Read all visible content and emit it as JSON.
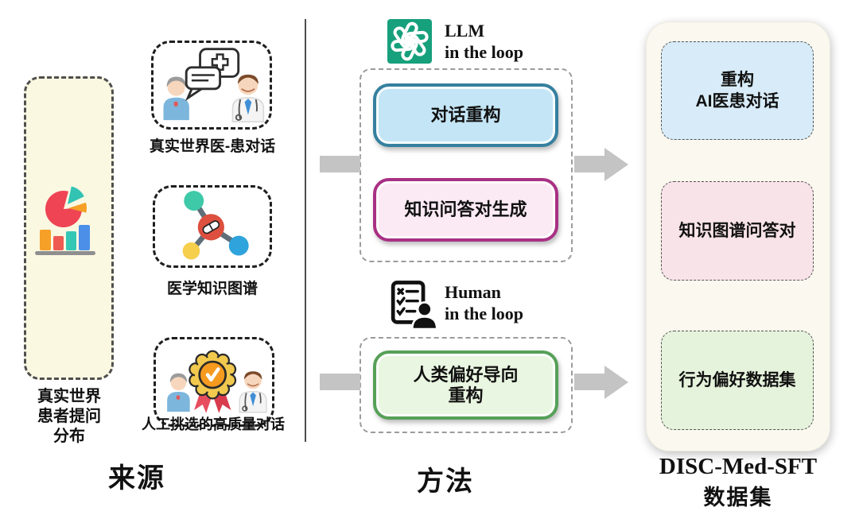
{
  "colors": {
    "accent_green": "#16a07c",
    "blue_fill": "#c4e5f5",
    "blue_border": "#35809f",
    "pink_fill": "#fbe9f3",
    "pink_border": "#a93084",
    "green_fill": "#e9f6e1",
    "green_border": "#56a058",
    "dataset_blue": "#d7ecf8",
    "dataset_pink": "#f8e3e8",
    "dataset_green": "#e6f3dc",
    "container_cream": "#faf8ef",
    "source_yellow": "#fbf8e2",
    "arrow_gray": "#c4c4c4"
  },
  "sources": {
    "header": "来源",
    "distribution": {
      "icon": "pie-bar-chart-icon",
      "line1": "真实世界",
      "line2": "患者提问",
      "line3": "分布"
    },
    "items": [
      {
        "icon": "doctor-patient-dialog-icon",
        "label": "真实世界医-患对话"
      },
      {
        "icon": "knowledge-graph-icon",
        "label": "医学知识图谱"
      },
      {
        "icon": "award-badge-icon",
        "label": "人工挑选的高质量对话"
      }
    ]
  },
  "methods": {
    "header": "方法",
    "llm": {
      "icon": "openai-logo-icon",
      "title_line1": "LLM",
      "title_line2": "in the loop",
      "box1": "对话重构",
      "box2": "知识问答对生成"
    },
    "human": {
      "icon": "human-checklist-icon",
      "title_line1": "Human",
      "title_line2": "in the loop",
      "box1_line1": "人类偏好导向",
      "box1_line2": "重构"
    }
  },
  "dataset": {
    "box1_line1": "重构",
    "box1_line2": "AI医患对话",
    "box2": "知识图谱问答对",
    "box3": "行为偏好数据集",
    "title_line1": "DISC-Med-SFT",
    "title_line2": "数据集"
  }
}
